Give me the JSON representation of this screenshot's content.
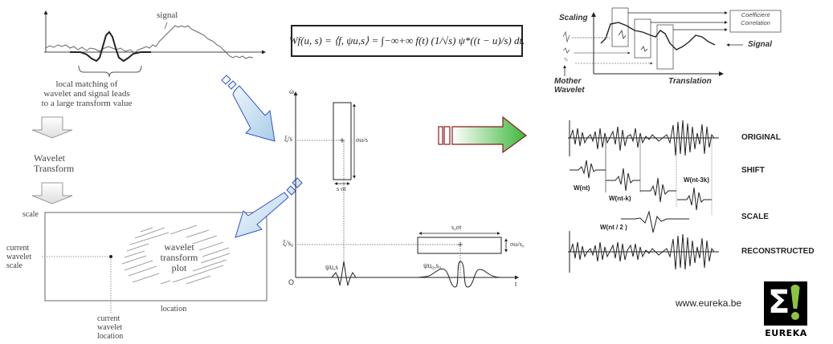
{
  "left_diagram": {
    "signal_label": "signal",
    "matching_caption": [
      "local matching of",
      "wavelet and signal leads",
      "to a large transform value"
    ],
    "wavelet_transform_label": [
      "Wavelet",
      "Transform"
    ],
    "plot": {
      "y_axis_label": "scale",
      "x_axis_label": "location",
      "current_scale_label": [
        "current",
        "wavelet",
        "scale"
      ],
      "current_location_label": [
        "current",
        "wavelet",
        "location"
      ],
      "region_label": [
        "wavelet",
        "transform",
        "plot"
      ]
    }
  },
  "formula": {
    "text": "Wf(u, s) = ⟨f, ψu,s⟩ = ∫−∞+∞ f(t) (1/√s) ψ*((t − u)/s) dt."
  },
  "tf_diagram": {
    "y_axis_label": "ω",
    "x_axis_label": "t",
    "origin_label": "O",
    "xi_over_s": "ξ/s",
    "xi_over_s0": "ξ/s₀",
    "sigma_omega_over_s": "σω/s",
    "sigma_omega_over_s0": "σω/s₀",
    "s_sigma_t": "s σt",
    "s0_sigma_t": "s₀σt",
    "psi_us": "ψu,s",
    "psi_u0s0": "ψu₀,s₀"
  },
  "top_right_diagram": {
    "scaling_label": "Scaling",
    "mother_wavelet_label": [
      "Mother",
      "Wavelet"
    ],
    "coefficient_box": [
      "Coefficient",
      "Correlation"
    ],
    "signal_label": "Signal",
    "translation_label": "Translation"
  },
  "right_diagram": {
    "row_labels": [
      "ORIGINAL",
      "SHIFT",
      "SCALE",
      "RECONSTRUCTED"
    ],
    "shift_labels": [
      "W(nt)",
      "W(nt-k)",
      "W(nt-3k)"
    ],
    "scale_label": "W(nt / 2 )"
  },
  "footer": {
    "website": "www.eureka.be",
    "logo_text": "EUREKA",
    "logo_symbol": "Σ!"
  },
  "colors": {
    "blue_arrow_stroke": "#3355cc",
    "red_arrow_stroke": "#8b1a1a",
    "green_arrow_fill": "#4cc04c",
    "logo_green": "#8bc53f"
  }
}
